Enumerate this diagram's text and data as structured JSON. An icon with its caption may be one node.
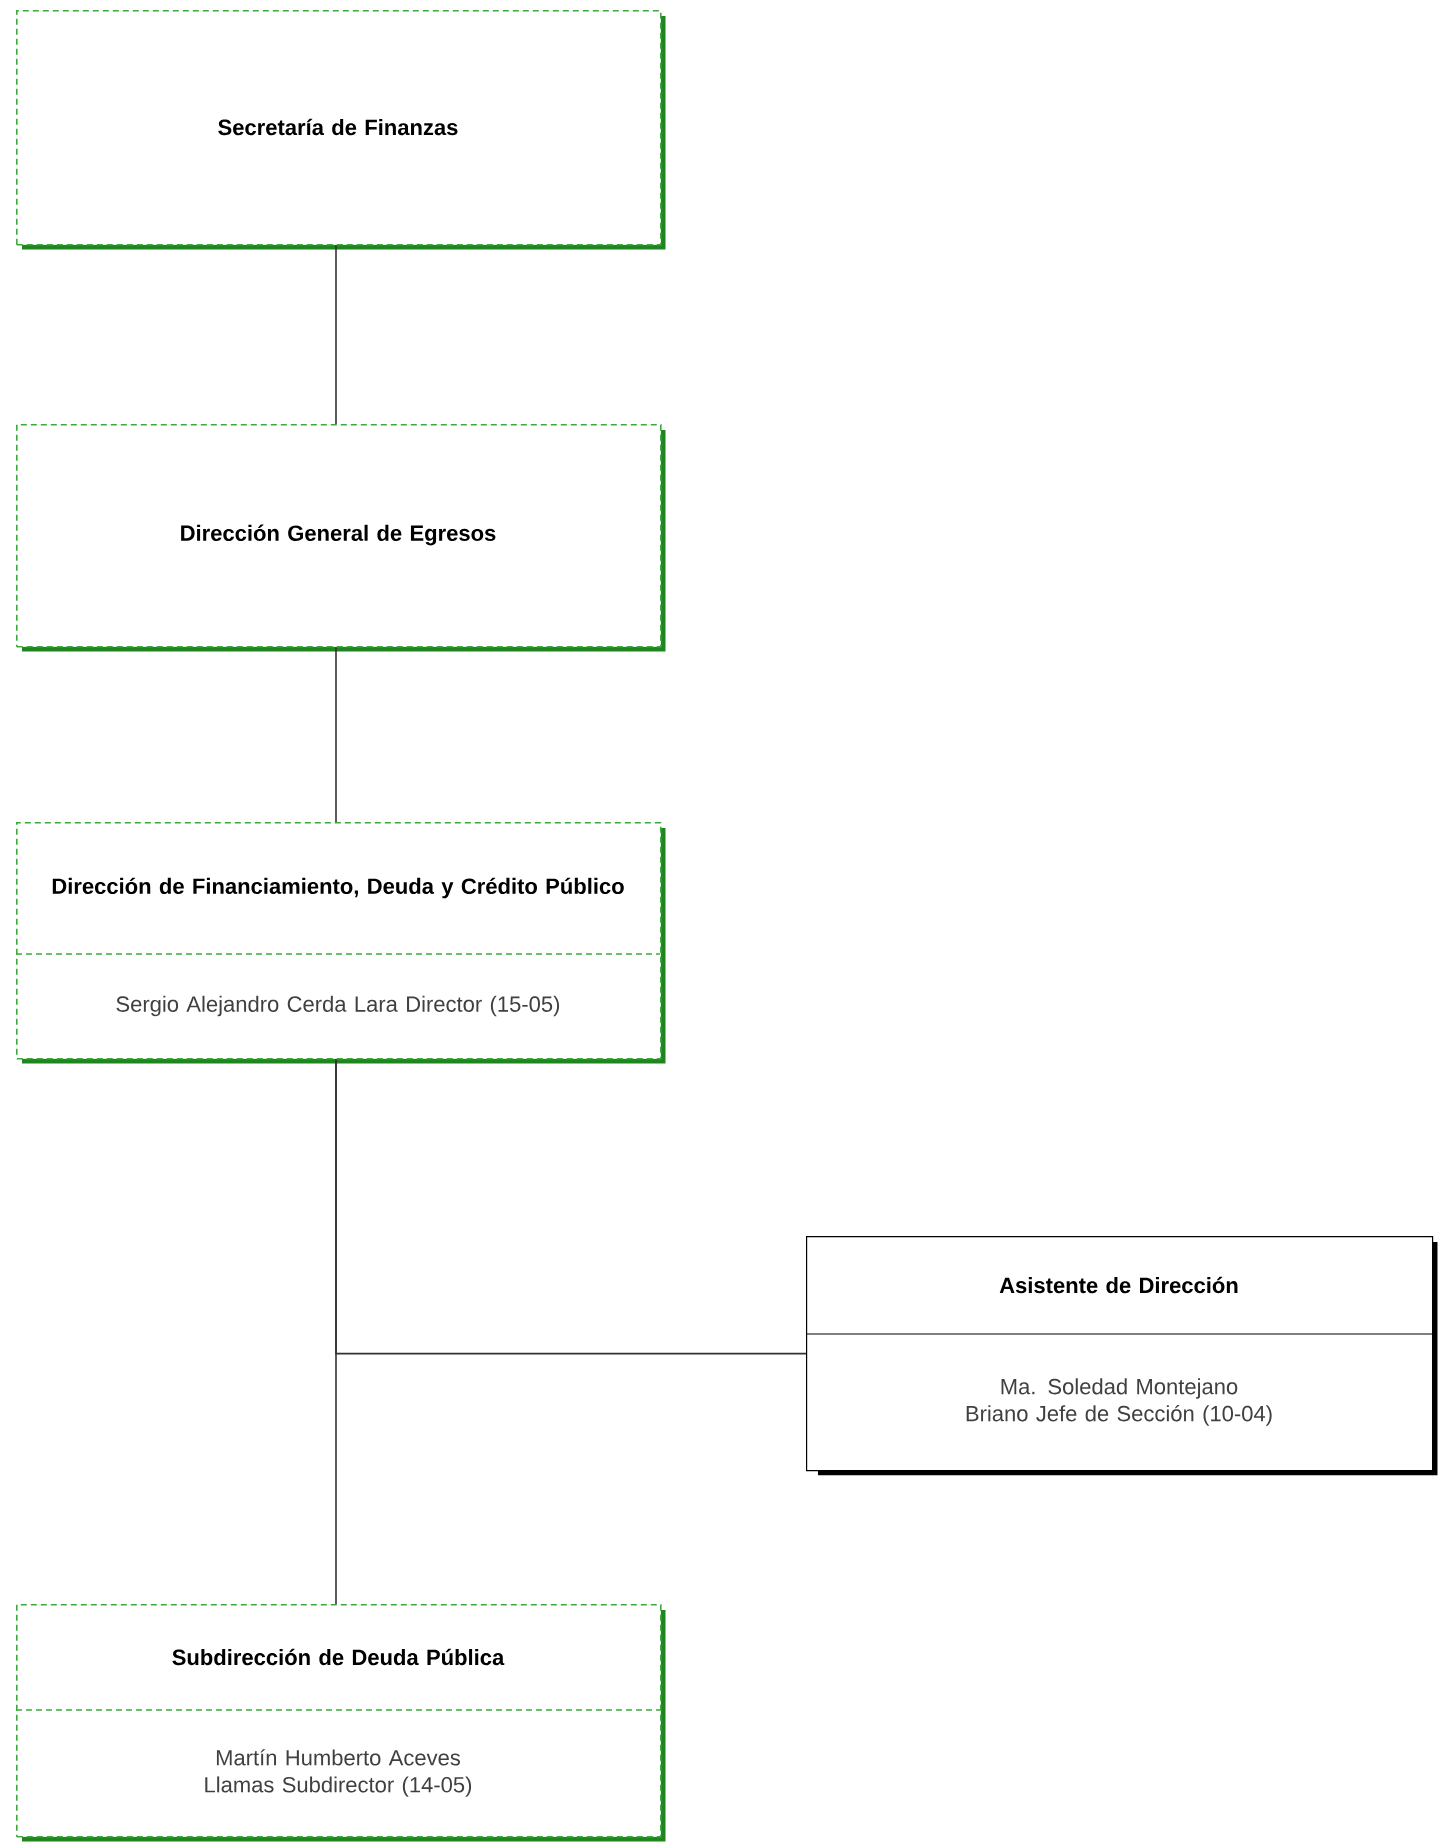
{
  "diagram": {
    "nodes": [
      {
        "text": [
          "Secretaría de Finanzas"
        ]
      },
      {
        "text": [
          "Dirección General de Egresos"
        ]
      },
      {
        "text": [
          "Dirección de Financiamiento, Deuda y Crédito Público",
          "Sergio Alejandro Cerda Lara Director  (15-05)"
        ]
      },
      {
        "text": [
          "Asistente de Dirección",
          "Ma. Soledad Montejano Briano Jefe de Sección (10-04)"
        ]
      },
      {
        "text": [
          "Subdirección de Deuda Pública",
          "Martín Humberto Aceves Llamas Subdirector (14-05)"
        ]
      }
    ],
    "edges": [
      {
        "from": 0,
        "to": 1,
        "arrow": "none"
      },
      {
        "from": 1,
        "to": 2,
        "arrow": "none"
      },
      {
        "from": 2,
        "to": 3,
        "arrow": "none"
      },
      {
        "from": 2,
        "to": 4,
        "arrow": "none"
      }
    ]
  }
}
